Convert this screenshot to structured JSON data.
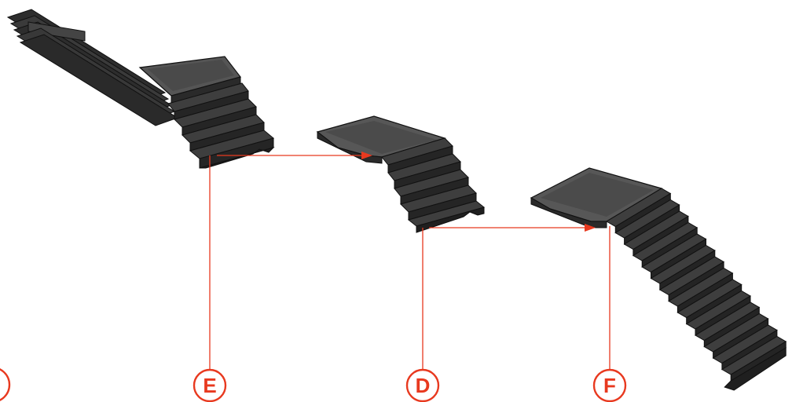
{
  "callouts": {
    "partial": "",
    "e": "E",
    "d": "D",
    "f": "F"
  },
  "colors": {
    "accent": "#e8391f",
    "stair_top": "#3d3d3d",
    "stair_front": "#242424",
    "landing_top": "#585858",
    "landing_inner": "#4c4c4c",
    "outline": "#111111"
  }
}
